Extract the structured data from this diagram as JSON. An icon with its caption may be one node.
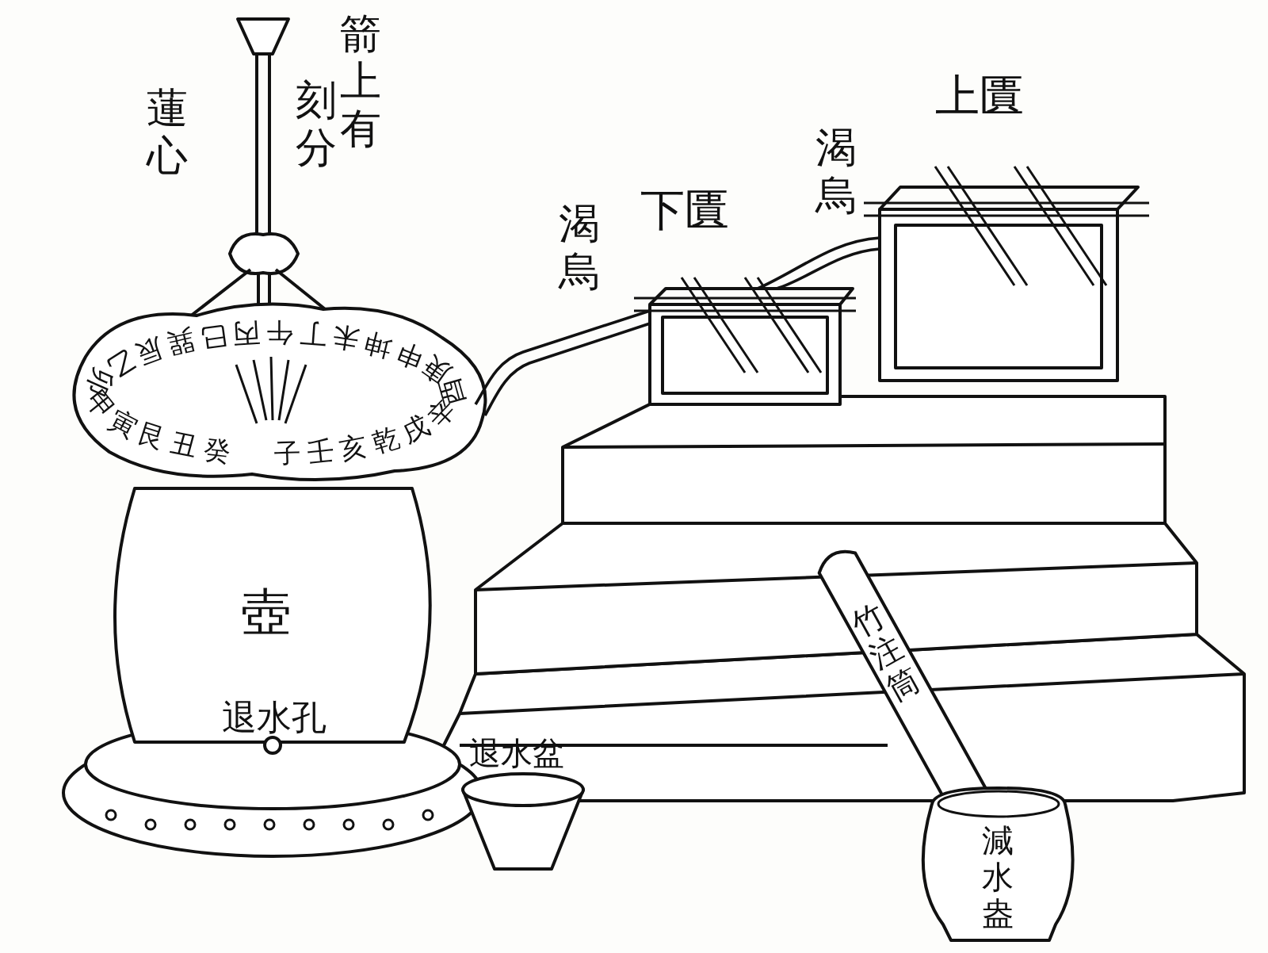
{
  "diagram": {
    "nodes": [
      {
        "text": [
          "子壬亥乾戌辛酉庚申坤未丁午丙巳巽辰乙卯甲寅艮丑癸"
        ]
      },
      {
        "text": [
          "壺",
          "退水孔"
        ]
      },
      {
        "text": [
          "竹注筒"
        ]
      },
      {
        "text": [
          "減水盎"
        ]
      },
      {
        "text": [],
        "shape": "box"
      },
      {
        "text": [],
        "shape": "box"
      }
    ],
    "edges": [
      {
        "from": 5,
        "to": 4,
        "arrow": "none"
      },
      {
        "from": 4,
        "to": 0,
        "arrow": "none"
      }
    ],
    "labels": [
      "蓮心",
      "箭上有",
      "刻分",
      "渴烏",
      "下匱",
      "渴烏",
      "上匱",
      "退水盆"
    ]
  }
}
